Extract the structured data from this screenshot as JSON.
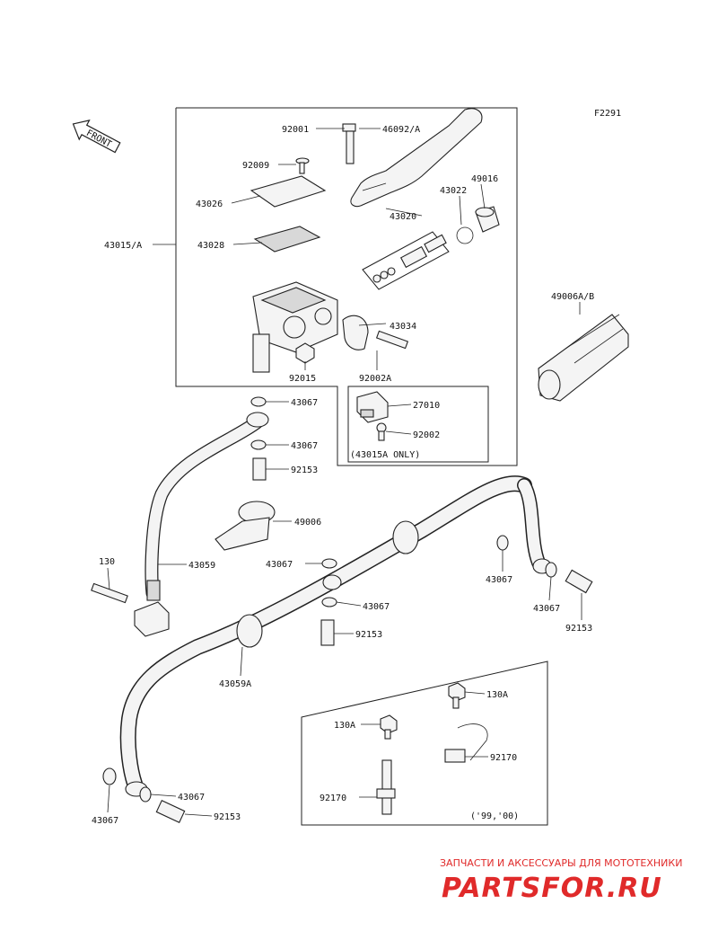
{
  "diagram": {
    "code": "F2291",
    "front_label": "FRONT",
    "labels": {
      "l_43015a": "43015/A",
      "l_92001": "92001",
      "l_46092a": "46092/A",
      "l_92009": "92009",
      "l_43026": "43026",
      "l_43022": "43022",
      "l_49016": "49016",
      "l_43020": "43020",
      "l_43028": "43028",
      "l_43034": "43034",
      "l_92015": "92015",
      "l_92002a": "92002A",
      "l_49006ab": "49006A/B",
      "l_27010": "27010",
      "l_92002": "92002",
      "l_43015a_only": "(43015A ONLY)",
      "l_43067_a": "43067",
      "l_43067_b": "43067",
      "l_92153_a": "92153",
      "l_49006": "49006",
      "l_130": "130",
      "l_43059": "43059",
      "l_43067_c": "43067",
      "l_43067_d": "43067",
      "l_92153_b": "92153",
      "l_43059a": "43059A",
      "l_43067_e": "43067",
      "l_43067_f": "43067",
      "l_92153_c": "92153",
      "l_130a_a": "130A",
      "l_130a_b": "130A",
      "l_92170_a": "92170",
      "l_92170_b": "92170",
      "l_years": "('99,'00)",
      "l_43067_g": "43067",
      "l_43067_h": "43067",
      "l_92153_d": "92153"
    }
  },
  "watermark": {
    "tagline": "ЗАПЧАСТИ И АКСЕССУАРЫ ДЛЯ МОТОТЕХНИКИ",
    "brand": "PARTSFOR.RU"
  }
}
